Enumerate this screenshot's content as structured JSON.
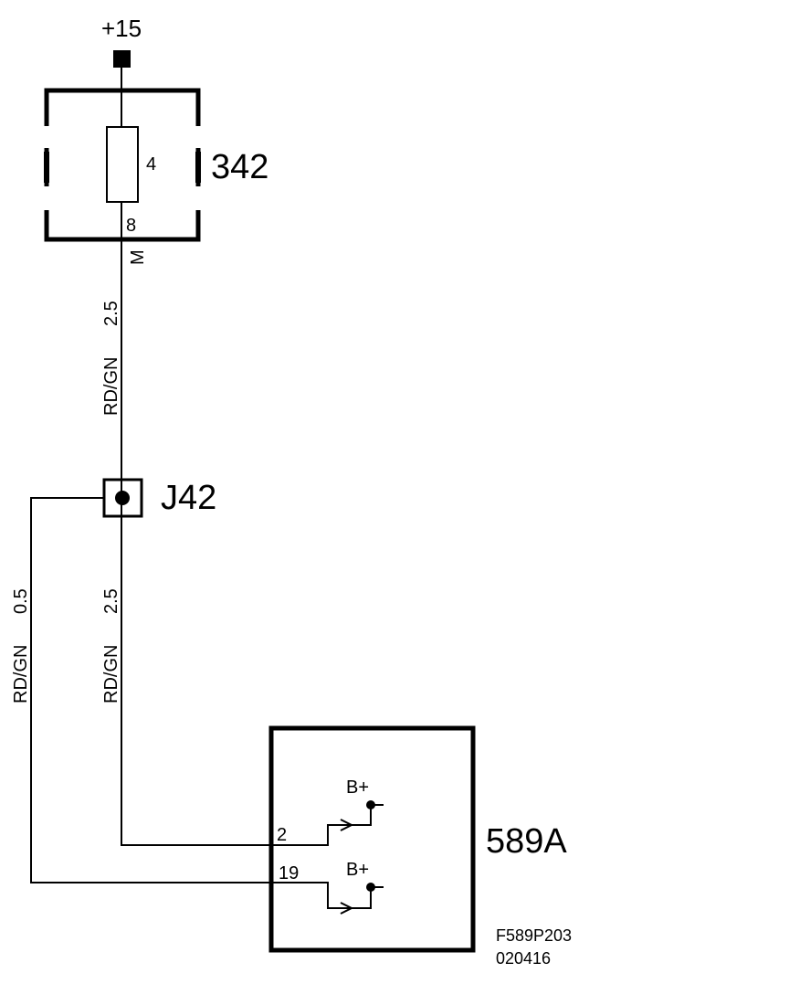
{
  "supply": {
    "label": "+15"
  },
  "fuse_box": {
    "id": "342",
    "fuse_number": "4",
    "pin": "8",
    "connector": "M"
  },
  "wire_top": {
    "color": "RD/GN",
    "size": "2.5"
  },
  "splice": {
    "id": "J42"
  },
  "wire_left": {
    "color": "RD/GN",
    "size": "0.5"
  },
  "wire_mid": {
    "color": "RD/GN",
    "size": "2.5"
  },
  "module": {
    "id": "589A",
    "pin_a": "2",
    "pin_b": "19",
    "terminal_a": "B+",
    "terminal_b": "B+"
  },
  "reference": {
    "code": "F589P203",
    "date": "020416"
  }
}
